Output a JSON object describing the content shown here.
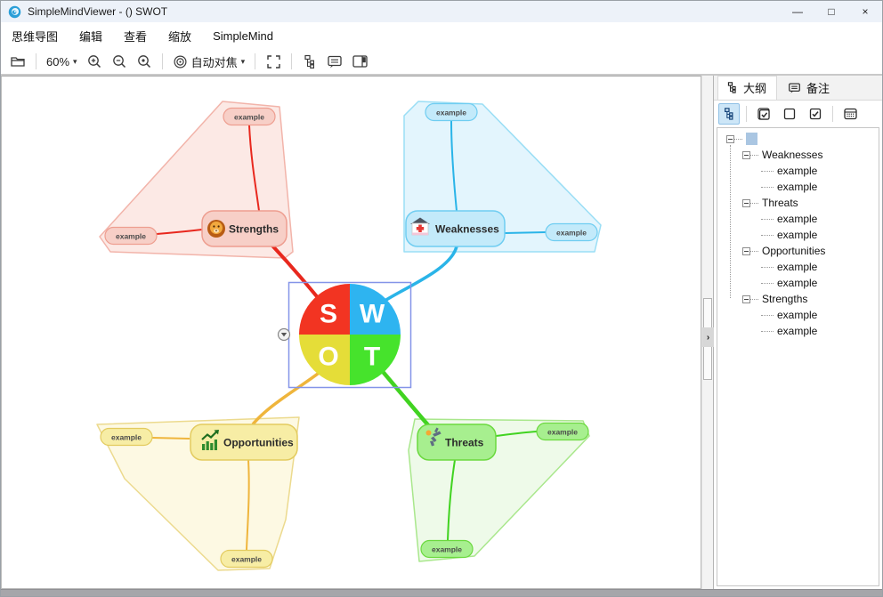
{
  "window": {
    "title": "SimpleMindViewer - () SWOT",
    "minimize_glyph": "—",
    "maximize_glyph": "□",
    "close_glyph": "×"
  },
  "menu": {
    "items": [
      "思维导图",
      "编辑",
      "查看",
      "缩放",
      "SimpleMind"
    ]
  },
  "toolbar": {
    "zoom_level": "60%",
    "autofocus_label": "自动对焦",
    "caret_glyph": "▾"
  },
  "scrollbar": {
    "splitter_glyph": "›"
  },
  "panel": {
    "tabs": [
      {
        "label": "大纲"
      },
      {
        "label": "备注"
      }
    ],
    "outline": {
      "root_label": "",
      "items": [
        {
          "label": "Weaknesses",
          "children": [
            "example",
            "example"
          ]
        },
        {
          "label": "Threats",
          "children": [
            "example",
            "example"
          ]
        },
        {
          "label": "Opportunities",
          "children": [
            "example",
            "example"
          ]
        },
        {
          "label": "Strengths",
          "children": [
            "example",
            "example"
          ]
        }
      ]
    }
  },
  "map": {
    "center": {
      "letters": {
        "s": "S",
        "w": "W",
        "o": "O",
        "t": "T"
      },
      "colors": {
        "s": "#f23422",
        "w": "#2eb4f0",
        "o": "#e5dd38",
        "t": "#46e32c"
      }
    },
    "branches": [
      {
        "label": "Strengths",
        "icon": "lion-icon",
        "line": "#e8281e",
        "node_fill": "#f7cfc7",
        "node_stroke": "#ee9e90",
        "area_fill": "#fbe3df",
        "children": [
          {
            "label": "example"
          },
          {
            "label": "example"
          }
        ]
      },
      {
        "label": "Weaknesses",
        "icon": "hospital-icon",
        "line": "#2ab4e8",
        "node_fill": "#c3eafa",
        "node_stroke": "#6fcdf1",
        "area_fill": "#dcf3fc",
        "children": [
          {
            "label": "example"
          },
          {
            "label": "example"
          }
        ]
      },
      {
        "label": "Opportunities",
        "icon": "chart-increasing-icon",
        "line": "#efb53c",
        "node_fill": "#f7eda5",
        "node_stroke": "#e3cb5f",
        "area_fill": "#fdf8dc",
        "children": [
          {
            "label": "example"
          },
          {
            "label": "example"
          }
        ]
      },
      {
        "label": "Threats",
        "icon": "martial-arts-icon",
        "line": "#41d321",
        "node_fill": "#a7ef8f",
        "node_stroke": "#6bd93f",
        "area_fill": "#eaf9e3",
        "children": [
          {
            "label": "example"
          },
          {
            "label": "example"
          }
        ]
      }
    ]
  }
}
